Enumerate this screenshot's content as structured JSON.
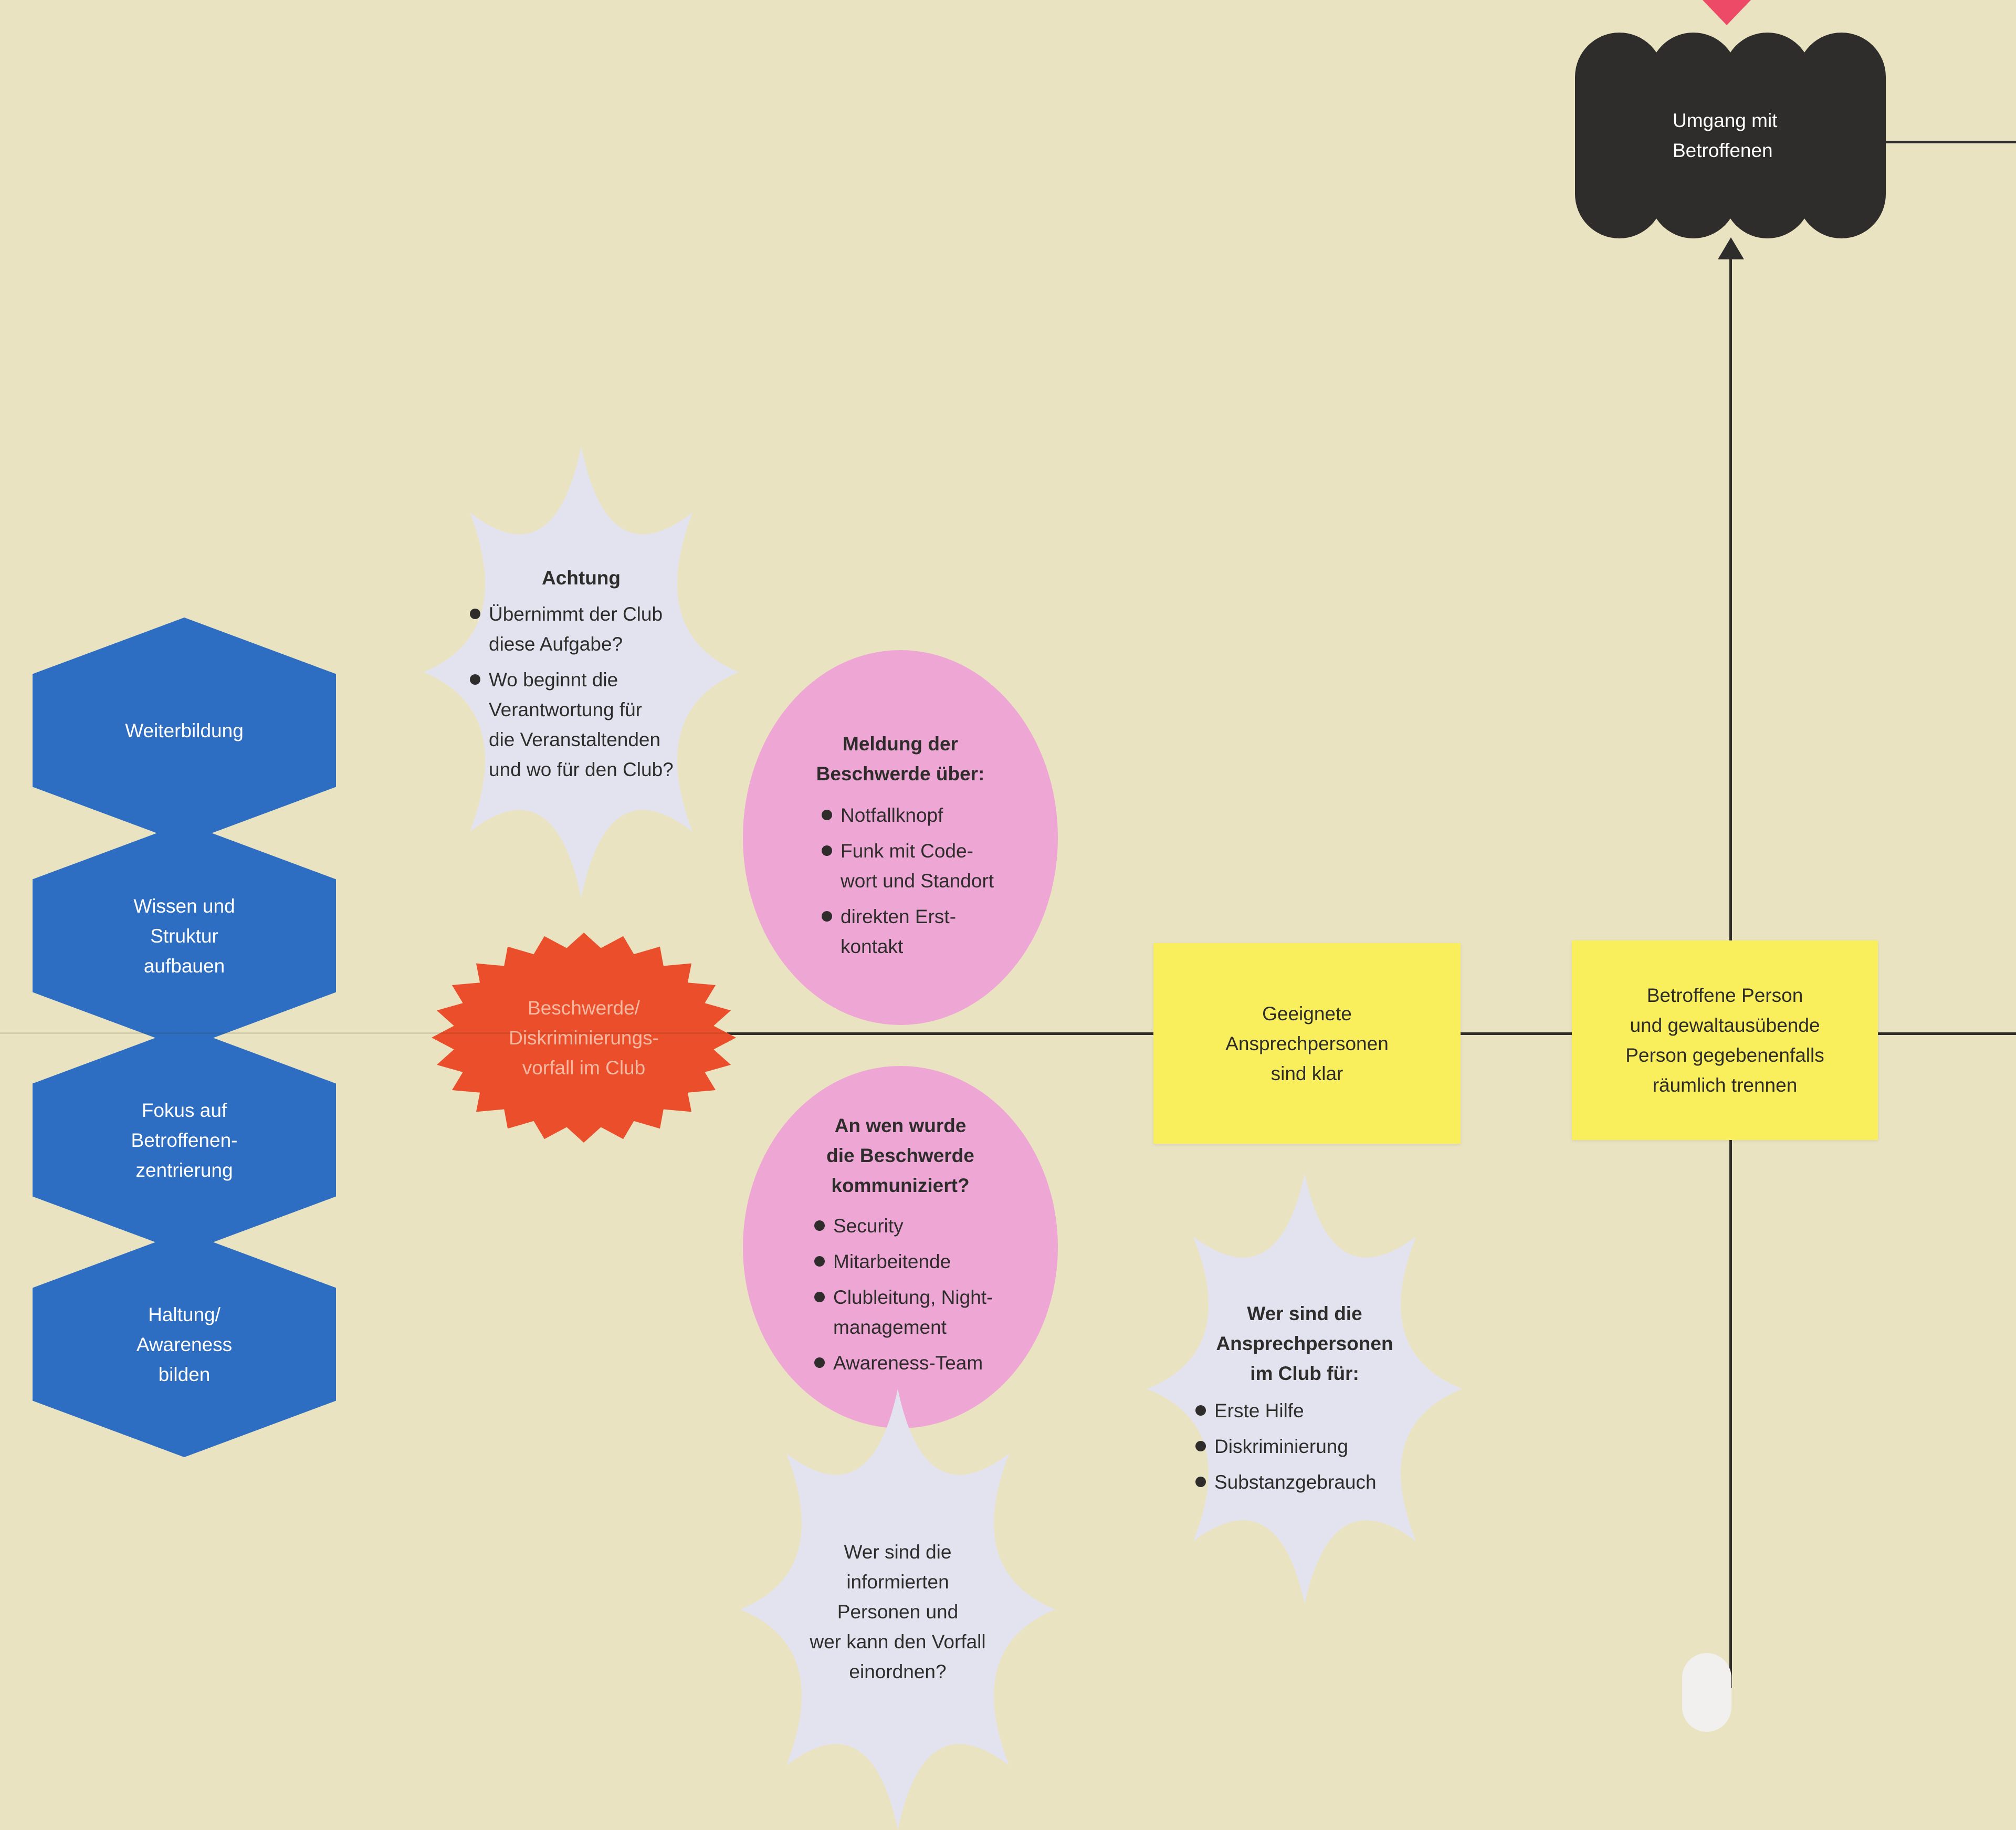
{
  "colors": {
    "bg": "#eae3c2",
    "dark": "#2e2d2c",
    "blue": "#2d6dc2",
    "orange": "#ea4e2b",
    "orange_text": "#f5b9a2",
    "pink": "#eea6d4",
    "lavender": "#e2e3ef",
    "yellow": "#f9ee5c",
    "magenta": "#ed4a67",
    "paper_white": "#f1f0ee"
  },
  "cloud": {
    "label": "Umgang mit\nBetroffenen"
  },
  "hexagons": [
    {
      "label": "Weiterbildung"
    },
    {
      "label": "Wissen und\nStruktur\naufbauen"
    },
    {
      "label": "Fokus auf\nBetroffenen-\nzentrierung"
    },
    {
      "label": "Haltung/\nAwareness\nbilden"
    }
  ],
  "incident_burst": {
    "label": "Beschwerde/\nDiskriminierungs-\nvorfall im Club"
  },
  "star_achtung": {
    "title": "Achtung",
    "bullets": [
      "Übernimmt der Club\ndiese Aufgabe?",
      "Wo beginnt die\nVerantwortung für\ndie Veranstaltenden\nund wo für den Club?"
    ]
  },
  "ellipse_meldung": {
    "title": "Meldung der\nBeschwerde über:",
    "bullets": [
      "Notfallknopf",
      "Funk mit Code-\nwort und Standort",
      "direkten Erst-\nkontakt"
    ]
  },
  "ellipse_kommuniziert": {
    "title": "An wen wurde\ndie Beschwerde\nkommuniziert?",
    "bullets": [
      "Security",
      "Mitarbeitende",
      "Clubleitung, Night-\nmanagement",
      "Awareness-Team"
    ]
  },
  "star_ansprechpersonen": {
    "title": "Wer sind die\nAnsprechpersonen\nim Club für:",
    "bullets": [
      "Erste Hilfe",
      "Diskriminierung",
      "Substanzgebrauch"
    ]
  },
  "star_informierte": {
    "text": "Wer sind die\ninformierten\nPersonen und\nwer kann den Vorfall\neinordnen?"
  },
  "note_ansprechpersonen": {
    "text": "Geeignete\nAnsprechpersonen\nsind klar"
  },
  "note_trennen": {
    "text": "Betroffene Person\nund gewaltausübende\nPerson gegebenenfalls\nräumlich trennen"
  }
}
